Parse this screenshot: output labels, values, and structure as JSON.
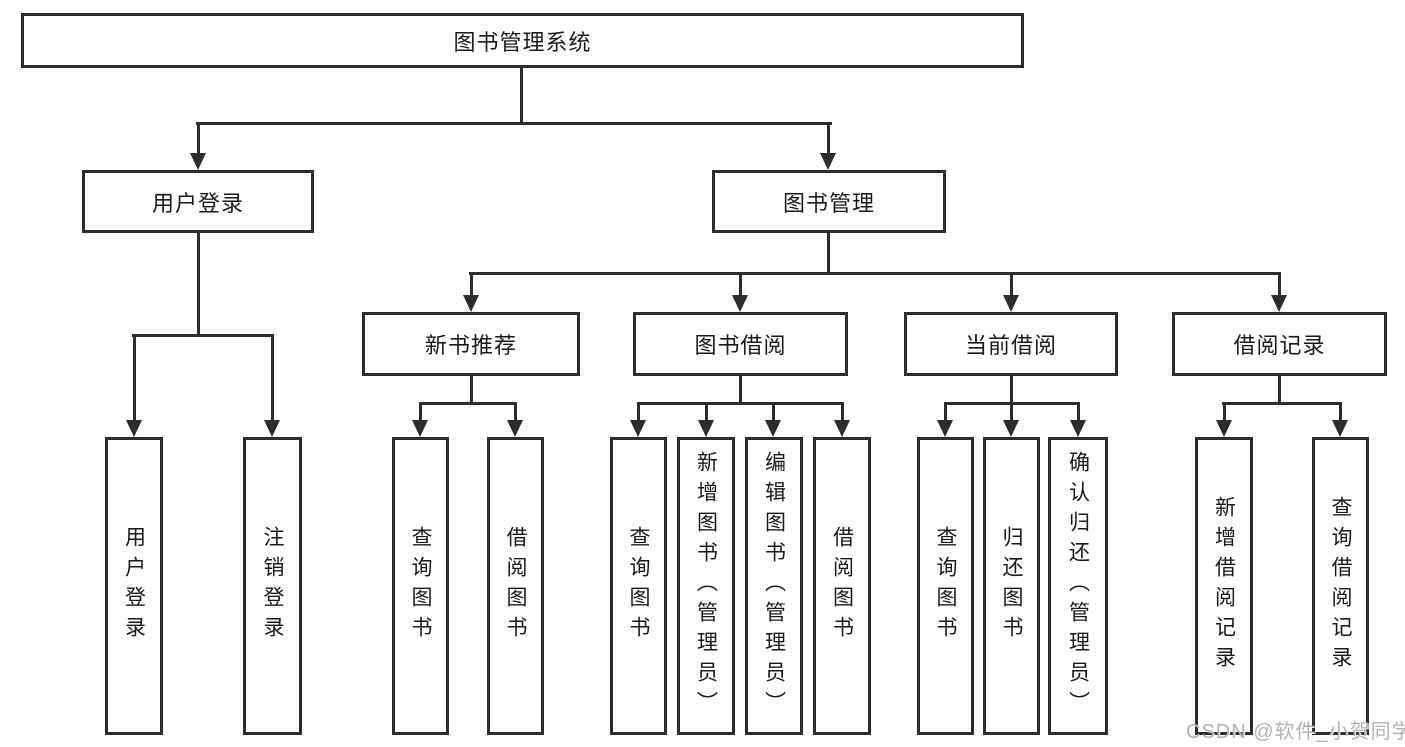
{
  "diagram": {
    "root": {
      "label": "图书管理系统"
    },
    "level2": {
      "user_login": {
        "label": "用户登录"
      },
      "book_management": {
        "label": "图书管理"
      }
    },
    "level3": {
      "new_book_recommend": {
        "label": "新书推荐"
      },
      "book_borrow": {
        "label": "图书借阅"
      },
      "current_borrow": {
        "label": "当前借阅"
      },
      "borrow_records": {
        "label": "借阅记录"
      }
    },
    "leaves": {
      "user_login": [
        "用户登录",
        "注销登录"
      ],
      "recommend": [
        "查询图书",
        "借阅图书"
      ],
      "book_borrow": [
        "查询图书",
        "新增图书（管理员）",
        "编辑图书（管理员）",
        "借阅图书"
      ],
      "current": [
        "查询图书",
        "归还图书",
        "确认归还（管理员）"
      ],
      "records": [
        "新增借阅记录",
        "查询借阅记录"
      ]
    },
    "colors": {
      "line": "#2d2d2d",
      "text": "#1a1a1a",
      "background": "#ffffff",
      "watermark": "#b3b3b3"
    }
  },
  "watermark": {
    "text": "CSDN @软件_小贺同学"
  }
}
